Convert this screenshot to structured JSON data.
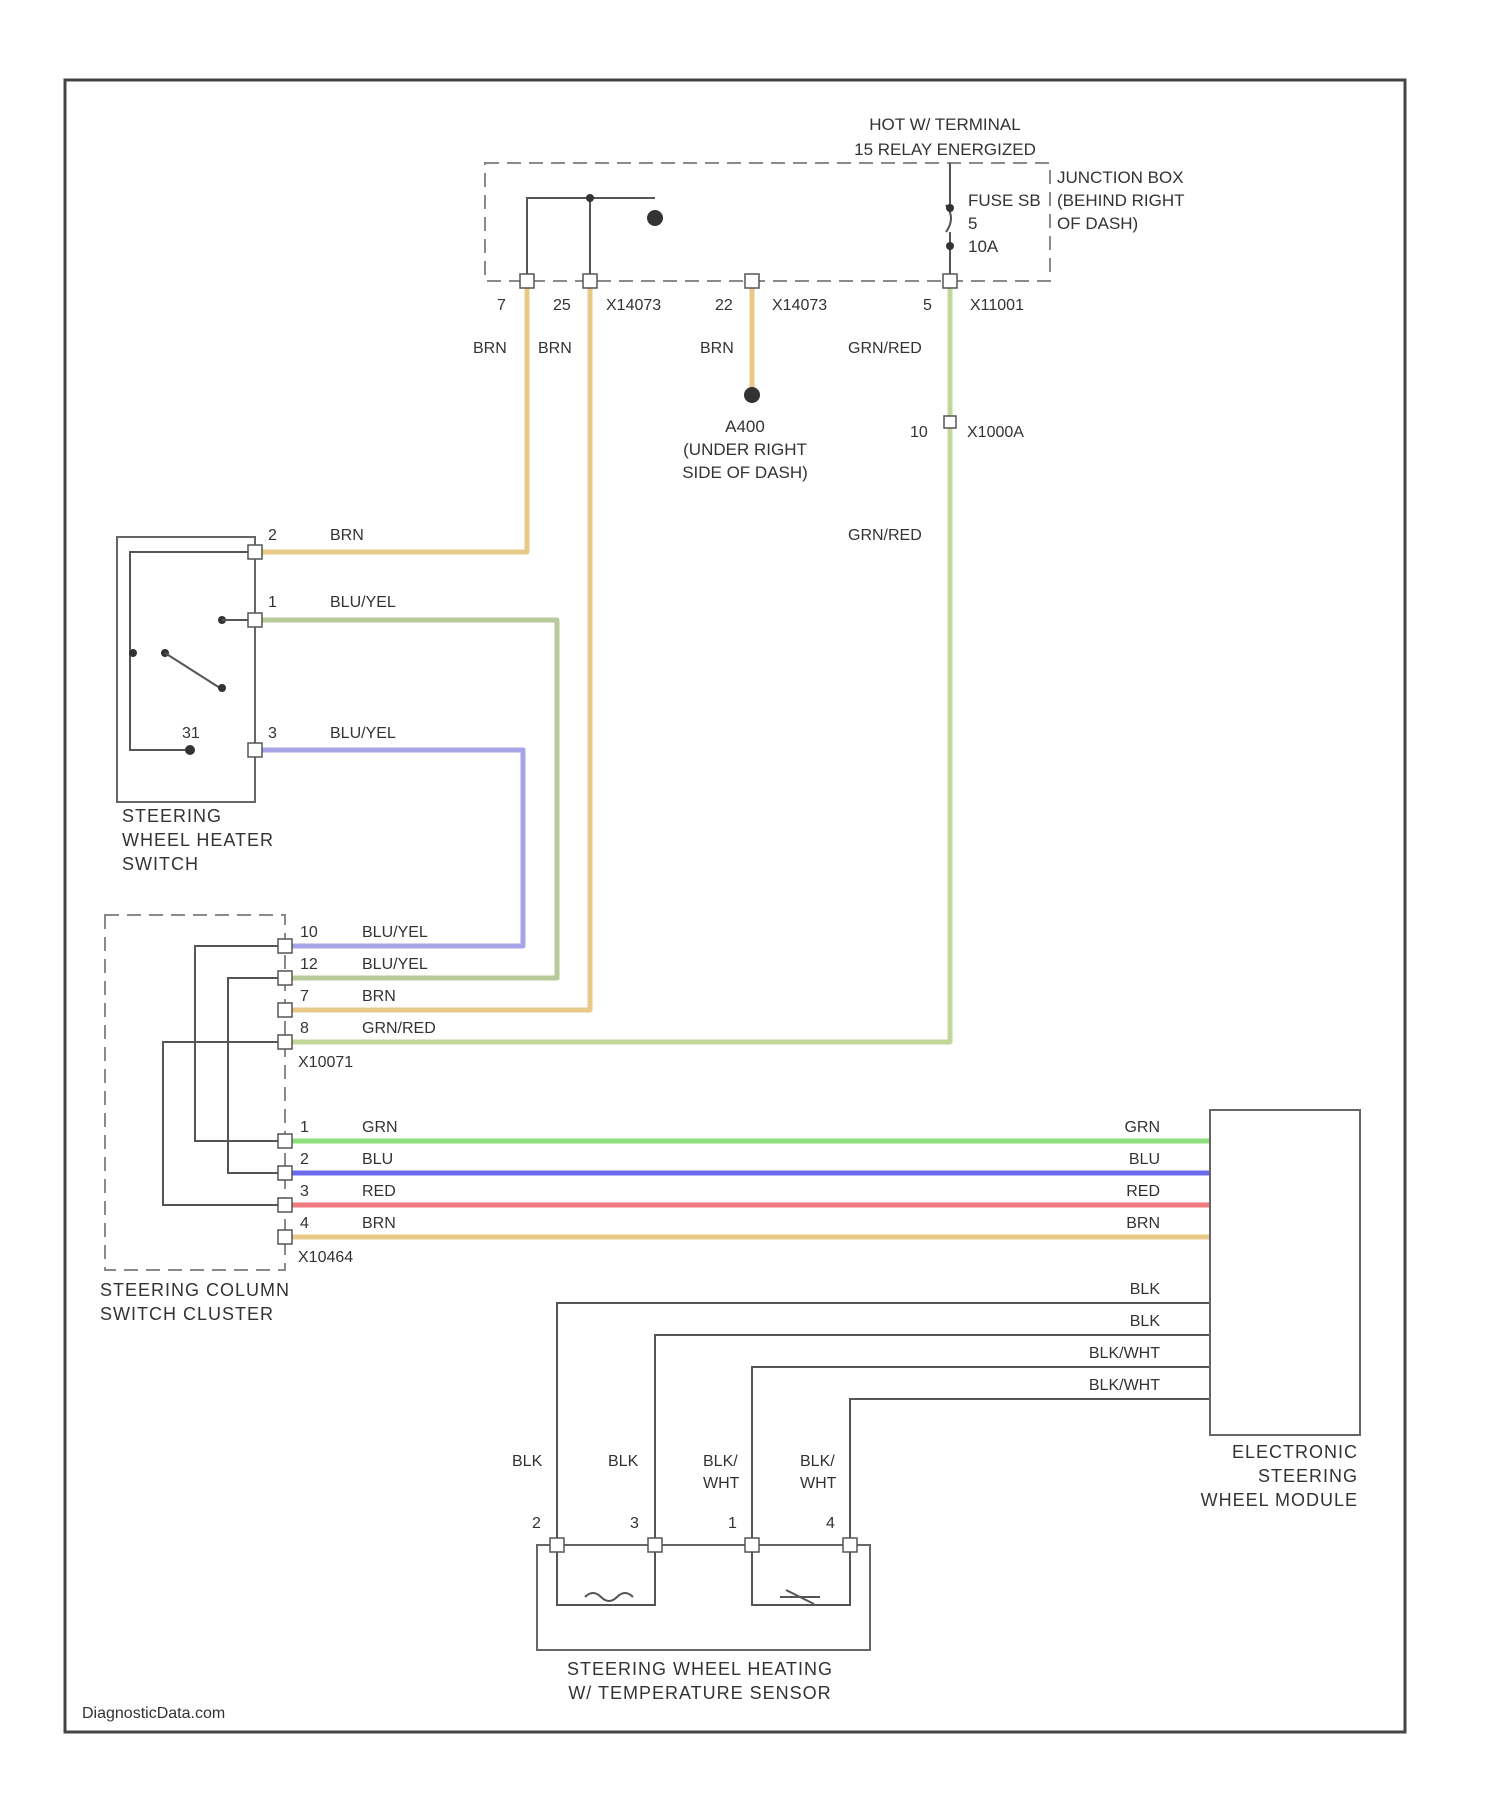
{
  "colors": {
    "brn": "#e9c987",
    "grn_red": "#c4d79a",
    "blu_yel_a": "#b8c99a",
    "blu_yel_b": "#a9a3e8",
    "grn": "#8ee07e",
    "blu": "#6b6bf0",
    "red": "#f07a80",
    "blk": "#555555"
  },
  "junction_box": {
    "header_line1": "HOT W/ TERMINAL",
    "header_line2": "15 RELAY ENERGIZED",
    "label_line1": "JUNCTION BOX",
    "label_line2": "(BEHIND RIGHT",
    "label_line3": "OF DASH)",
    "fuse_line1": "FUSE SB",
    "fuse_line2": "5",
    "fuse_line3": "10A",
    "pin_7": "7",
    "pin_25": "25",
    "conn_a": "X14073",
    "pin_22": "22",
    "conn_b": "X14073",
    "pin_5": "5",
    "conn_c": "X11001"
  },
  "ground": {
    "name": "A400",
    "line1": "(UNDER RIGHT",
    "line2": "SIDE OF DASH)"
  },
  "inline_connector": {
    "pin": "10",
    "name": "X1000A"
  },
  "heater_switch": {
    "pin_2": "2",
    "pin_1": "1",
    "pin_3": "3",
    "pin_31": "31",
    "name_line1": "STEERING",
    "name_line2": "WHEEL HEATER",
    "name_line3": "SWITCH"
  },
  "column_cluster": {
    "pin_10": "10",
    "pin_12": "12",
    "pin_7": "7",
    "pin_8": "8",
    "conn_top": "X10071",
    "pin_1": "1",
    "pin_2": "2",
    "pin_3": "3",
    "pin_4": "4",
    "conn_bottom": "X10464",
    "name_line1": "STEERING COLUMN",
    "name_line2": "SWITCH CLUSTER"
  },
  "module": {
    "name_line1": "ELECTRONIC",
    "name_line2": "STEERING",
    "name_line3": "WHEEL MODULE"
  },
  "sensor": {
    "pin_2": "2",
    "pin_3": "3",
    "pin_1": "1",
    "pin_4": "4",
    "name_line1": "STEERING WHEEL HEATING",
    "name_line2": "W/ TEMPERATURE SENSOR"
  },
  "wires": {
    "brn_1": "BRN",
    "brn_2": "BRN",
    "brn_3": "BRN",
    "grn_red_1": "GRN/RED",
    "grn_red_2": "GRN/RED",
    "sw_brn": "BRN",
    "sw_bluyel_1": "BLU/YEL",
    "sw_bluyel_2": "BLU/YEL",
    "cl_bluyel_1": "BLU/YEL",
    "cl_bluyel_2": "BLU/YEL",
    "cl_brn": "BRN",
    "cl_grnred": "GRN/RED",
    "bus_grn_l": "GRN",
    "bus_blu_l": "BLU",
    "bus_red_l": "RED",
    "bus_brn_l": "BRN",
    "bus_grn_r": "GRN",
    "bus_blu_r": "BLU",
    "bus_red_r": "RED",
    "bus_brn_r": "BRN",
    "mod_blk_1": "BLK",
    "mod_blk_2": "BLK",
    "mod_blkwht_1": "BLK/WHT",
    "mod_blkwht_2": "BLK/WHT",
    "sen_blk_1": "BLK",
    "sen_blk_2": "BLK",
    "sen_blk_3": "BLK/",
    "sen_wht_3": "WHT",
    "sen_blk_4": "BLK/",
    "sen_wht_4": "WHT"
  },
  "watermark": "DiagnosticData.com"
}
